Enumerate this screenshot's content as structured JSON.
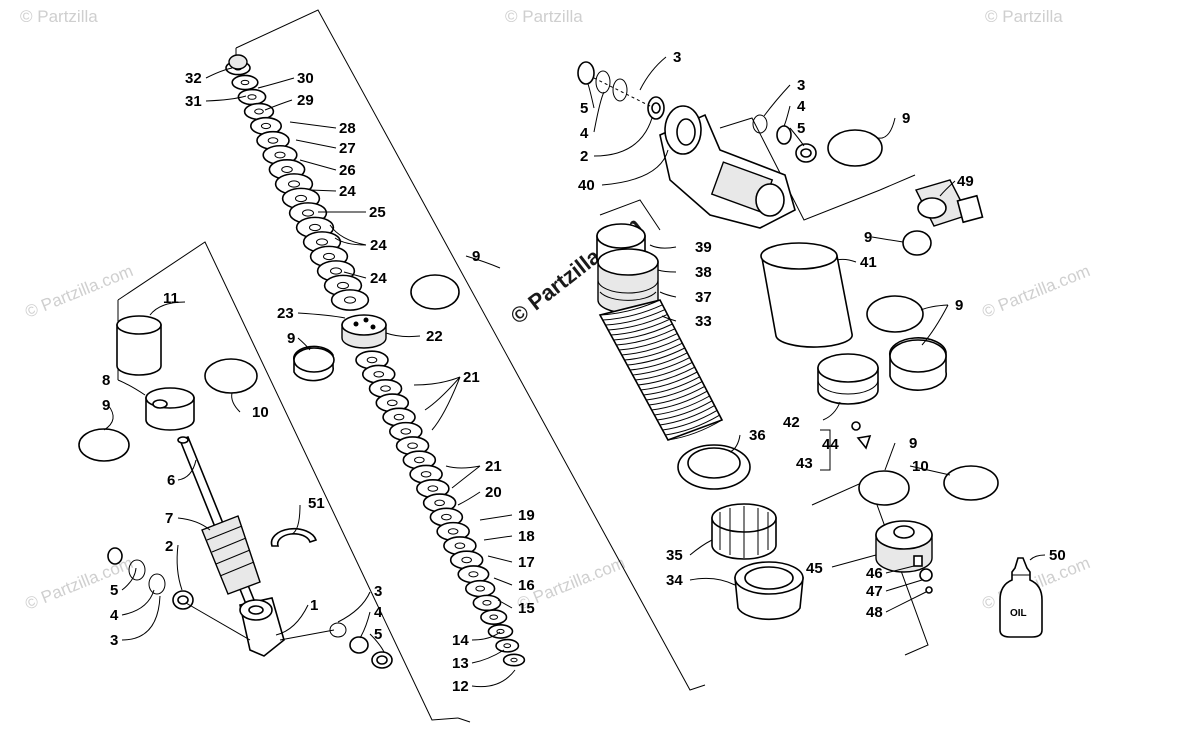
{
  "watermarks": {
    "corner": "© Partzilla",
    "center": "© Partzilla.com",
    "side": "© Partzilla.com"
  },
  "bottle_label": "OIL",
  "callouts": [
    {
      "id": "1",
      "text": "1"
    },
    {
      "id": "2a",
      "text": "2"
    },
    {
      "id": "2b",
      "text": "2"
    },
    {
      "id": "3a",
      "text": "3"
    },
    {
      "id": "3b",
      "text": "3"
    },
    {
      "id": "3c",
      "text": "3"
    },
    {
      "id": "3d",
      "text": "3"
    },
    {
      "id": "4a",
      "text": "4"
    },
    {
      "id": "4b",
      "text": "4"
    },
    {
      "id": "4c",
      "text": "4"
    },
    {
      "id": "4d",
      "text": "4"
    },
    {
      "id": "5a",
      "text": "5"
    },
    {
      "id": "5b",
      "text": "5"
    },
    {
      "id": "5c",
      "text": "5"
    },
    {
      "id": "5d",
      "text": "5"
    },
    {
      "id": "6",
      "text": "6"
    },
    {
      "id": "7",
      "text": "7"
    },
    {
      "id": "8",
      "text": "8"
    },
    {
      "id": "9a",
      "text": "9"
    },
    {
      "id": "9b",
      "text": "9"
    },
    {
      "id": "9c",
      "text": "9"
    },
    {
      "id": "9d",
      "text": "9"
    },
    {
      "id": "9e",
      "text": "9"
    },
    {
      "id": "9f",
      "text": "9"
    },
    {
      "id": "9g",
      "text": "9"
    },
    {
      "id": "10a",
      "text": "10"
    },
    {
      "id": "10b",
      "text": "10"
    },
    {
      "id": "11",
      "text": "11"
    },
    {
      "id": "12",
      "text": "12"
    },
    {
      "id": "13",
      "text": "13"
    },
    {
      "id": "14",
      "text": "14"
    },
    {
      "id": "15",
      "text": "15"
    },
    {
      "id": "16",
      "text": "16"
    },
    {
      "id": "17",
      "text": "17"
    },
    {
      "id": "18",
      "text": "18"
    },
    {
      "id": "19",
      "text": "19"
    },
    {
      "id": "20",
      "text": "20"
    },
    {
      "id": "21a",
      "text": "21"
    },
    {
      "id": "21b",
      "text": "21"
    },
    {
      "id": "22",
      "text": "22"
    },
    {
      "id": "23",
      "text": "23"
    },
    {
      "id": "24a",
      "text": "24"
    },
    {
      "id": "24b",
      "text": "24"
    },
    {
      "id": "24c",
      "text": "24"
    },
    {
      "id": "25",
      "text": "25"
    },
    {
      "id": "26",
      "text": "26"
    },
    {
      "id": "27",
      "text": "27"
    },
    {
      "id": "28",
      "text": "28"
    },
    {
      "id": "29",
      "text": "29"
    },
    {
      "id": "30",
      "text": "30"
    },
    {
      "id": "31",
      "text": "31"
    },
    {
      "id": "32",
      "text": "32"
    },
    {
      "id": "33",
      "text": "33"
    },
    {
      "id": "34",
      "text": "34"
    },
    {
      "id": "35",
      "text": "35"
    },
    {
      "id": "36",
      "text": "36"
    },
    {
      "id": "37",
      "text": "37"
    },
    {
      "id": "38",
      "text": "38"
    },
    {
      "id": "39",
      "text": "39"
    },
    {
      "id": "40",
      "text": "40"
    },
    {
      "id": "41",
      "text": "41"
    },
    {
      "id": "42",
      "text": "42"
    },
    {
      "id": "43",
      "text": "43"
    },
    {
      "id": "44",
      "text": "44"
    },
    {
      "id": "45",
      "text": "45"
    },
    {
      "id": "46",
      "text": "46"
    },
    {
      "id": "47",
      "text": "47"
    },
    {
      "id": "48",
      "text": "48"
    },
    {
      "id": "49",
      "text": "49"
    },
    {
      "id": "50",
      "text": "50"
    },
    {
      "id": "51",
      "text": "51"
    }
  ]
}
